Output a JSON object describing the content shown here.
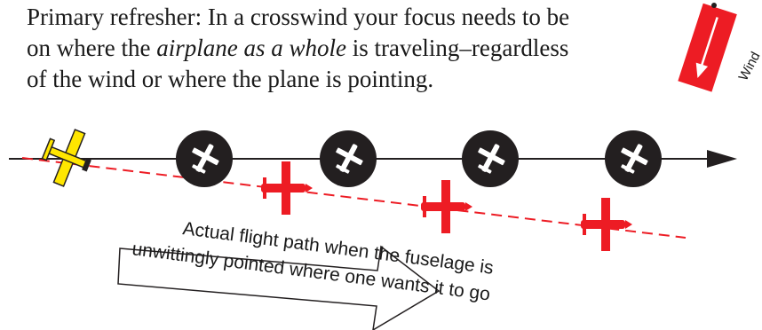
{
  "intro": {
    "line1": "Primary refresher:  In a crosswind your focus needs to be",
    "line2_before": "on where the ",
    "line2_emphasis": "airplane as a whole",
    "line2_after": " is traveling–regardless",
    "line3": "of the wind or where the plane is pointing."
  },
  "wind_label": "Wind",
  "caption": {
    "line1": "Actual flight path when the fuselage is",
    "line2": "unwittingly pointed where one wants it to go"
  },
  "colors": {
    "red": "#ed1c24",
    "black": "#231f20",
    "yellow": "#ffe600",
    "white": "#ffffff"
  }
}
